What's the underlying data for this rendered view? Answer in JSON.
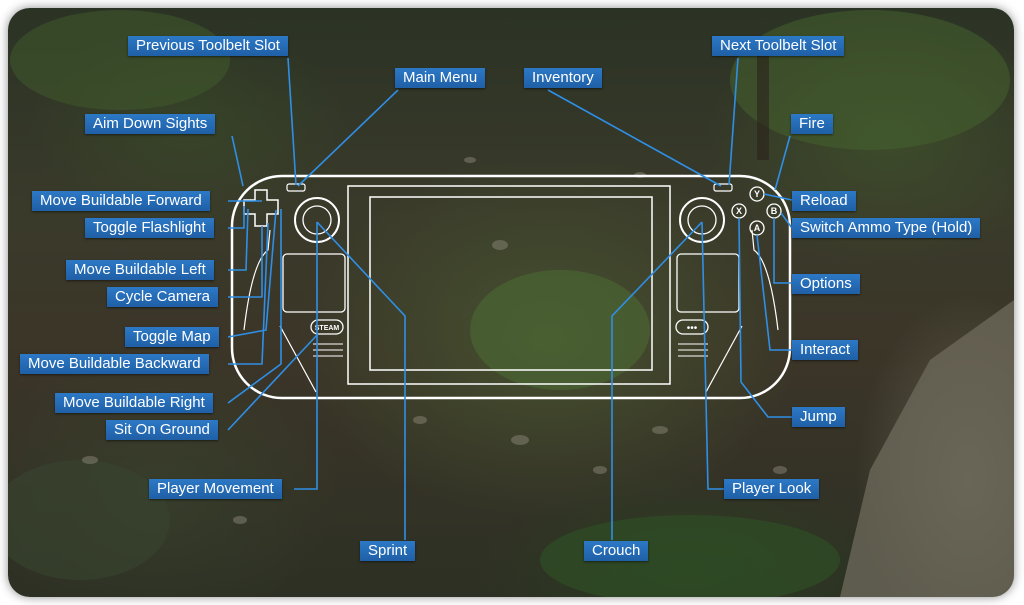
{
  "labels": {
    "previous_toolbelt_slot": "Previous Toolbelt Slot",
    "main_menu": "Main Menu",
    "inventory": "Inventory",
    "next_toolbelt_slot": "Next Toolbelt Slot",
    "aim_down_sights": "Aim Down Sights",
    "fire": "Fire",
    "move_buildable_forward": "Move Buildable Forward",
    "toggle_flashlight": "Toggle Flashlight",
    "reload": "Reload",
    "switch_ammo_type": "Switch Ammo Type (Hold)",
    "move_buildable_left": "Move Buildable Left",
    "cycle_camera": "Cycle Camera",
    "options": "Options",
    "toggle_map": "Toggle Map",
    "move_buildable_backward": "Move Buildable Backward",
    "interact": "Interact",
    "move_buildable_right": "Move Buildable Right",
    "sit_on_ground": "Sit On Ground",
    "jump": "Jump",
    "player_movement": "Player Movement",
    "player_look": "Player Look",
    "sprint": "Sprint",
    "crouch": "Crouch"
  },
  "device": {
    "steam_button": "STEAM",
    "quick_access_button": "•••",
    "face_buttons": {
      "y": "Y",
      "x": "X",
      "b": "B",
      "a": "A"
    }
  },
  "colors": {
    "label_background": "#1f5fa6",
    "callout_line": "#2f8fe6",
    "device_outline": "#ffffff"
  }
}
